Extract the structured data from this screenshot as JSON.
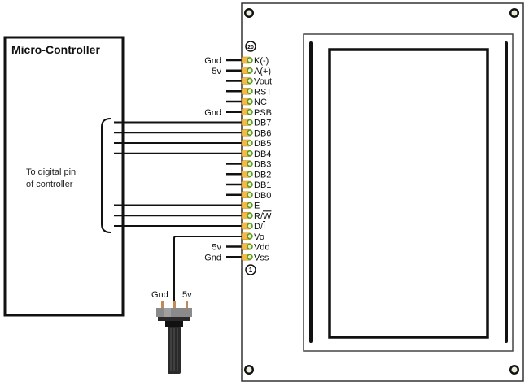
{
  "microcontroller": {
    "title": "Micro-Controller",
    "note_line1": "To digital pin",
    "note_line2": "of controller"
  },
  "lcd": {
    "pin_number_top": "20",
    "pin_number_bottom": "1",
    "pins": [
      {
        "name": "K(-)",
        "supply": "Gnd",
        "connection": "supply"
      },
      {
        "name": "A(+)",
        "supply": "5v",
        "connection": "supply"
      },
      {
        "name": "Vout",
        "supply": "",
        "connection": "stub"
      },
      {
        "name": "RST",
        "supply": "",
        "connection": "stub"
      },
      {
        "name": "NC",
        "supply": "",
        "connection": "stub"
      },
      {
        "name": "PSB",
        "supply": "Gnd",
        "connection": "supply"
      },
      {
        "name": "DB7",
        "supply": "",
        "connection": "controller"
      },
      {
        "name": "DB6",
        "supply": "",
        "connection": "controller"
      },
      {
        "name": "DB5",
        "supply": "",
        "connection": "controller"
      },
      {
        "name": "DB4",
        "supply": "",
        "connection": "controller"
      },
      {
        "name": "DB3",
        "supply": "",
        "connection": "stub"
      },
      {
        "name": "DB2",
        "supply": "",
        "connection": "stub"
      },
      {
        "name": "DB1",
        "supply": "",
        "connection": "stub"
      },
      {
        "name": "DB0",
        "supply": "",
        "connection": "stub"
      },
      {
        "name": "E",
        "supply": "",
        "connection": "controller"
      },
      {
        "name": "R/W",
        "supply": "",
        "connection": "controller",
        "overline": "W"
      },
      {
        "name": "D/I",
        "supply": "",
        "connection": "controller",
        "overline": "I"
      },
      {
        "name": "Vo",
        "supply": "",
        "connection": "potentiometer"
      },
      {
        "name": "Vdd",
        "supply": "5v",
        "connection": "supply"
      },
      {
        "name": "Vss",
        "supply": "Gnd",
        "connection": "supply"
      }
    ]
  },
  "potentiometer": {
    "left_label": "Gnd",
    "right_label": "5v"
  },
  "colors": {
    "pin_pad": "#f5b94a",
    "pin_ring": "#5a9a1e",
    "wire": "#111111",
    "pot_pin": "#c08a5a",
    "pot_body": "#8a8a8a",
    "pot_shaft": "#2a2a2a"
  }
}
